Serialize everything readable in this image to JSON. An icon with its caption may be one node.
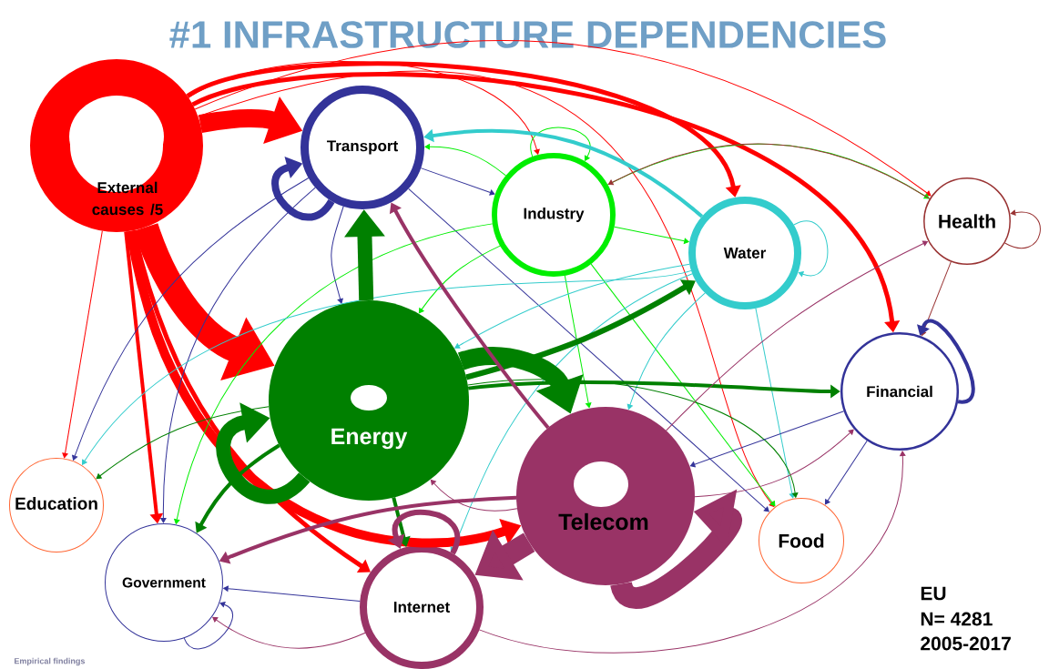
{
  "diagram": {
    "title": "#1  INFRASTRUCTURE DEPENDENCIES",
    "nodes": [
      {
        "text": [
          "External causes /5"
        ]
      },
      {
        "text": [
          "Transport"
        ]
      },
      {
        "text": [
          "Industry"
        ]
      },
      {
        "text": [
          "Water"
        ]
      },
      {
        "text": [
          "Health"
        ]
      },
      {
        "text": [
          "Energy"
        ]
      },
      {
        "text": [
          "Financial"
        ]
      },
      {
        "text": [
          "Education"
        ]
      },
      {
        "text": [
          "Telecom"
        ]
      },
      {
        "text": [
          "Food"
        ]
      },
      {
        "text": [
          "Government"
        ]
      },
      {
        "text": [
          "Internet"
        ]
      }
    ],
    "edges": [
      {
        "from": 0,
        "to": 1,
        "arrow": "to",
        "style": "thick",
        "color": "#ff0000"
      },
      {
        "from": 0,
        "to": 5,
        "arrow": "to",
        "style": "thick",
        "color": "#ff0000"
      },
      {
        "from": 0,
        "to": 8,
        "arrow": "to",
        "style": "thick",
        "color": "#ff0000"
      },
      {
        "from": 0,
        "to": 11,
        "arrow": "to",
        "style": "thick",
        "color": "#ff0000"
      },
      {
        "from": 0,
        "to": 3,
        "arrow": "to",
        "style": "thick",
        "color": "#ff0000"
      },
      {
        "from": 0,
        "to": 6,
        "arrow": "to",
        "style": "thick",
        "color": "#ff0000"
      },
      {
        "from": 0,
        "to": 2,
        "arrow": "to",
        "color": "#ff0000"
      },
      {
        "from": 0,
        "to": 4,
        "arrow": "to",
        "color": "#ff0000"
      },
      {
        "from": 0,
        "to": 7,
        "arrow": "to",
        "color": "#ff0000"
      },
      {
        "from": 0,
        "to": 10,
        "arrow": "to",
        "style": "thick",
        "color": "#ff0000"
      },
      {
        "from": 0,
        "to": 9,
        "arrow": "to",
        "color": "#ff0000"
      },
      {
        "from": 1,
        "to": 1,
        "arrow": "to",
        "style": "thick",
        "color": "#333399"
      },
      {
        "from": 1,
        "to": 5,
        "arrow": "to",
        "color": "#333399"
      },
      {
        "from": 1,
        "to": 7,
        "arrow": "to",
        "color": "#333399"
      },
      {
        "from": 1,
        "to": 10,
        "arrow": "to",
        "color": "#333399"
      },
      {
        "from": 1,
        "to": 2,
        "arrow": "to",
        "color": "#333399"
      },
      {
        "from": 1,
        "to": 9,
        "arrow": "to",
        "color": "#333399"
      },
      {
        "from": 2,
        "to": 1,
        "arrow": "to",
        "color": "#00ee00"
      },
      {
        "from": 2,
        "to": 3,
        "arrow": "to",
        "color": "#00ee00"
      },
      {
        "from": 2,
        "to": 4,
        "arrow": "to",
        "color": "#00ee00"
      },
      {
        "from": 2,
        "to": 2,
        "arrow": "to",
        "color": "#00ee00"
      },
      {
        "from": 2,
        "to": 5,
        "arrow": "to",
        "color": "#00ee00"
      },
      {
        "from": 2,
        "to": 10,
        "arrow": "to",
        "color": "#00ee00"
      },
      {
        "from": 2,
        "to": 8,
        "arrow": "to",
        "color": "#00ee00"
      },
      {
        "from": 2,
        "to": 9,
        "arrow": "to",
        "color": "#00ee00"
      },
      {
        "from": 3,
        "to": 1,
        "arrow": "to",
        "style": "thick",
        "color": "#33cccc"
      },
      {
        "from": 3,
        "to": 3,
        "arrow": "to",
        "color": "#33cccc"
      },
      {
        "from": 3,
        "to": 5,
        "arrow": "to",
        "color": "#33cccc"
      },
      {
        "from": 3,
        "to": 7,
        "arrow": "to",
        "color": "#33cccc"
      },
      {
        "from": 3,
        "to": 11,
        "arrow": "to",
        "color": "#33cccc"
      },
      {
        "from": 3,
        "to": 8,
        "arrow": "to",
        "color": "#33cccc"
      },
      {
        "from": 3,
        "to": 9,
        "arrow": "to",
        "color": "#33cccc"
      },
      {
        "from": 4,
        "to": 4,
        "arrow": "to",
        "color": "#993333"
      },
      {
        "from": 4,
        "to": 2,
        "arrow": "to",
        "color": "#993333"
      },
      {
        "from": 4,
        "to": 6,
        "arrow": "to",
        "color": "#993333"
      },
      {
        "from": 5,
        "to": 1,
        "arrow": "to",
        "style": "thick",
        "color": "#008000"
      },
      {
        "from": 5,
        "to": 3,
        "arrow": "to",
        "style": "thick",
        "color": "#008000"
      },
      {
        "from": 5,
        "to": 5,
        "arrow": "to",
        "style": "thick",
        "color": "#008000"
      },
      {
        "from": 5,
        "to": 8,
        "arrow": "to",
        "style": "thick",
        "color": "#008000"
      },
      {
        "from": 5,
        "to": 11,
        "arrow": "to",
        "style": "thick",
        "color": "#008000"
      },
      {
        "from": 5,
        "to": 10,
        "arrow": "to",
        "style": "thick",
        "color": "#008000"
      },
      {
        "from": 5,
        "to": 6,
        "arrow": "to",
        "style": "thick",
        "color": "#008000"
      },
      {
        "from": 5,
        "to": 7,
        "arrow": "to",
        "color": "#008000"
      },
      {
        "from": 5,
        "to": 9,
        "arrow": "to",
        "color": "#008000"
      },
      {
        "from": 6,
        "to": 6,
        "arrow": "to",
        "style": "thick",
        "color": "#333399"
      },
      {
        "from": 6,
        "to": 8,
        "arrow": "to",
        "color": "#333399"
      },
      {
        "from": 6,
        "to": 9,
        "arrow": "to",
        "color": "#333399"
      },
      {
        "from": 8,
        "to": 11,
        "arrow": "to",
        "style": "thick",
        "color": "#993366"
      },
      {
        "from": 8,
        "to": 8,
        "arrow": "to",
        "style": "thick",
        "color": "#993366"
      },
      {
        "from": 8,
        "to": 10,
        "arrow": "to",
        "style": "thick",
        "color": "#993366"
      },
      {
        "from": 8,
        "to": 1,
        "arrow": "to",
        "style": "thick",
        "color": "#993366"
      },
      {
        "from": 8,
        "to": 4,
        "arrow": "to",
        "color": "#993366"
      },
      {
        "from": 8,
        "to": 6,
        "arrow": "to",
        "color": "#993366"
      },
      {
        "from": 8,
        "to": 5,
        "arrow": "to",
        "color": "#993366"
      },
      {
        "from": 10,
        "to": 10,
        "arrow": "to",
        "color": "#333399"
      },
      {
        "from": 11,
        "to": 11,
        "arrow": "to",
        "style": "thick",
        "color": "#993366"
      },
      {
        "from": 11,
        "to": 10,
        "arrow": "to",
        "color": "#333399"
      },
      {
        "from": 11,
        "to": 6,
        "arrow": "to",
        "color": "#993366"
      },
      {
        "from": 11,
        "to": 10,
        "arrow": "to",
        "color": "#993366"
      }
    ],
    "labels": [
      "EU",
      "N=  4281",
      "2005-2017",
      "Empirical findings"
    ]
  }
}
